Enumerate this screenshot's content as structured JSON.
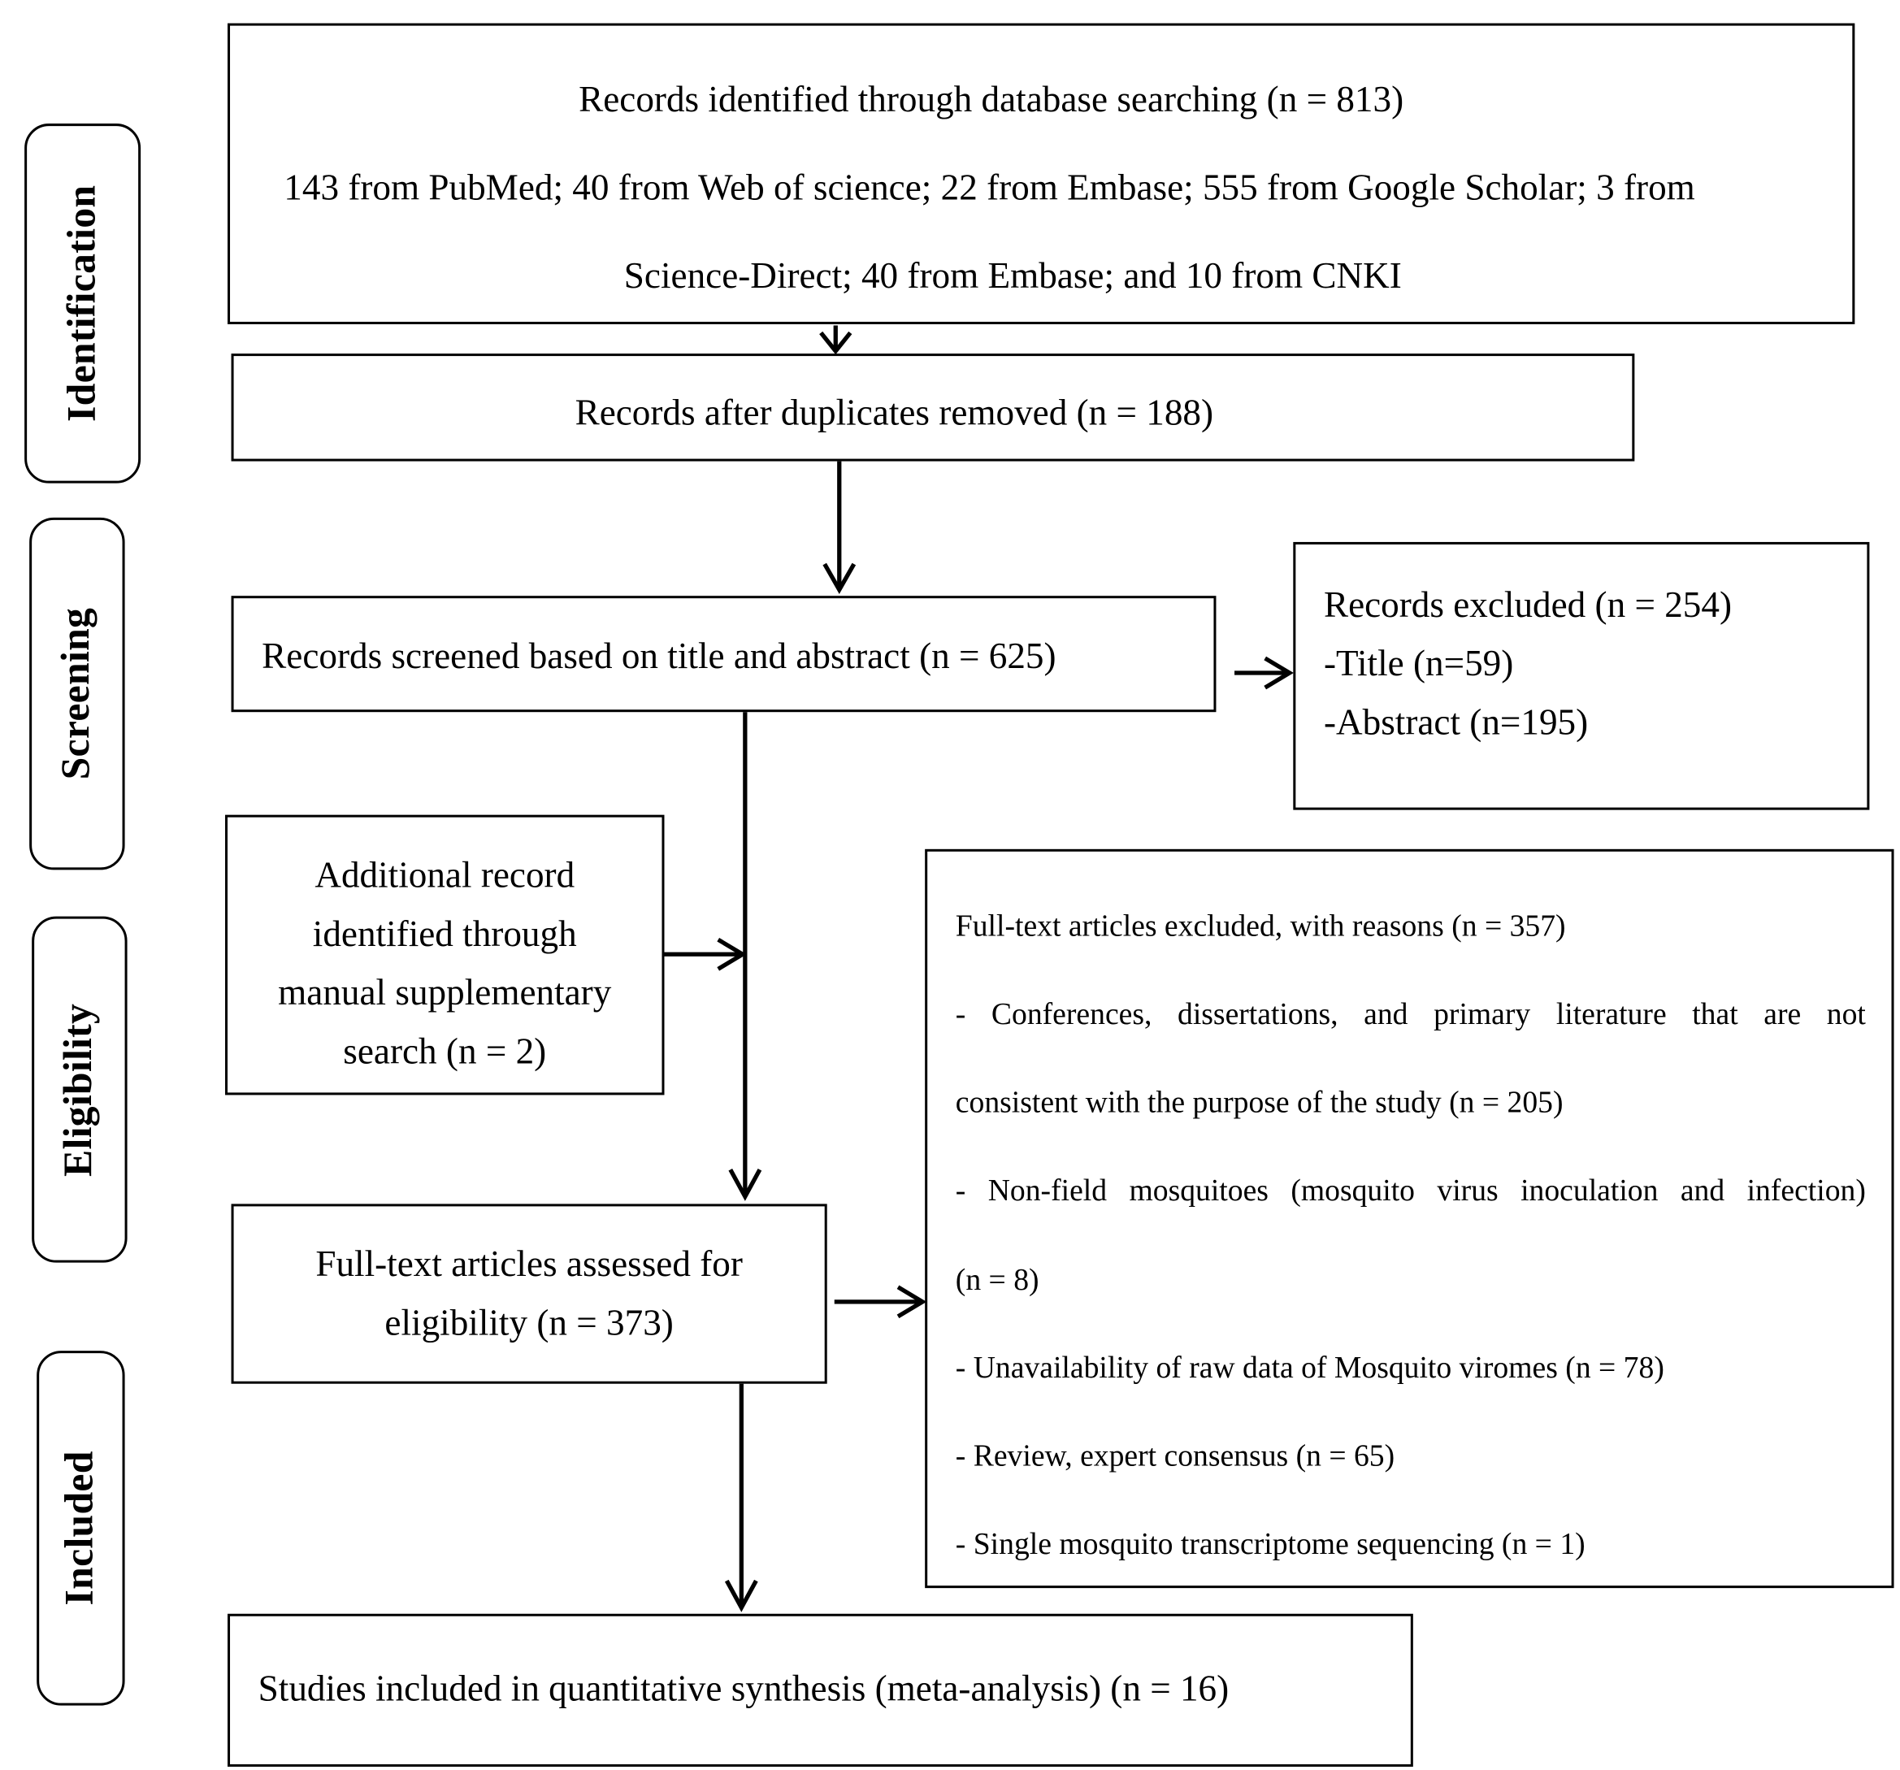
{
  "stages": {
    "identification": "Identification",
    "screening": "Screening",
    "eligibility": "Eligibility",
    "included": "Included"
  },
  "identified": {
    "line1": "Records identified through database searching (n = 813)",
    "line2": "143 from PubMed; 40 from Web of science; 22 from Embase; 555 from Google Scholar; 3 from",
    "line3": "Science-Direct; 40 from Embase; and 10 from CNKI"
  },
  "duplicates_removed": "Records after duplicates removed (n = 188)",
  "screened": "Records screened based on title and abstract (n = 625)",
  "excluded": {
    "line1": "Records excluded (n = 254)",
    "line2": "-Title (n=59)",
    "line3": "-Abstract (n=195)"
  },
  "additional": {
    "line1": "Additional record",
    "line2": "identified through",
    "line3": "manual supplementary",
    "line4": "search (n = 2)"
  },
  "fulltext_assessed": {
    "line1": "Full-text articles assessed for",
    "line2": "eligibility (n = 373)"
  },
  "fulltext_excluded": {
    "line1": "Full-text articles excluded, with reasons (n = 357)",
    "line2": "- Conferences, dissertations, and primary literature that are not",
    "line3": "consistent with the purpose of the study (n = 205)",
    "line4": "- Non-field mosquitoes (mosquito virus inoculation and infection)",
    "line5": "(n = 8)",
    "line6": "- Unavailability of raw data of Mosquito viromes (n = 78)",
    "line7": "- Review, expert consensus (n = 65)",
    "line8": "- Single mosquito transcriptome sequencing (n = 1)"
  },
  "included_studies": "Studies included in quantitative synthesis (meta-analysis) (n = 16)"
}
